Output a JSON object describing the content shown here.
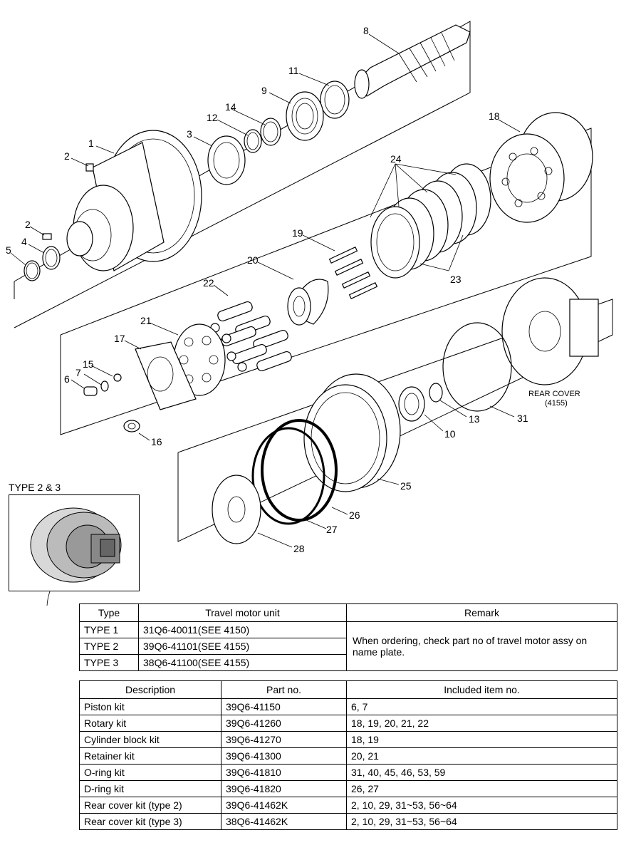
{
  "callouts": [
    "1",
    "2",
    "3",
    "4",
    "5",
    "6",
    "7",
    "8",
    "9",
    "10",
    "11",
    "12",
    "13",
    "14",
    "15",
    "16",
    "17",
    "18",
    "19",
    "20",
    "21",
    "22",
    "23",
    "24",
    "25",
    "26",
    "27",
    "28",
    "31"
  ],
  "callout_2_second": "2",
  "rear_cover": {
    "line1": "REAR COVER",
    "line2": "(4155)"
  },
  "type_label": "TYPE 2 & 3",
  "type_table": {
    "headers": [
      "Type",
      "Travel motor unit",
      "Remark"
    ],
    "rows": [
      [
        "TYPE 1",
        "31Q6-40011(SEE 4150)"
      ],
      [
        "TYPE 2",
        "39Q6-41101(SEE 4155)"
      ],
      [
        "TYPE 3",
        "38Q6-41100(SEE 4155)"
      ]
    ],
    "remark": "When ordering, check part no of travel motor assy on name plate."
  },
  "kit_table": {
    "headers": [
      "Description",
      "Part no.",
      "Included item no."
    ],
    "rows": [
      [
        "Piston kit",
        "39Q6-41150",
        "6, 7"
      ],
      [
        "Rotary kit",
        "39Q6-41260",
        "18, 19, 20, 21, 22"
      ],
      [
        "Cylinder block kit",
        "39Q6-41270",
        "18, 19"
      ],
      [
        "Retainer kit",
        "39Q6-41300",
        "20, 21"
      ],
      [
        "O-ring kit",
        "39Q6-41810",
        "31, 40, 45, 46, 53, 59"
      ],
      [
        "D-ring kit",
        "39Q6-41820",
        "26, 27"
      ],
      [
        "Rear cover kit (type 2)",
        "39Q6-41462K",
        "2, 10, 29, 31~53, 56~64"
      ],
      [
        "Rear cover kit (type 3)",
        "38Q6-41462K",
        "2, 10, 29, 31~53, 56~64"
      ]
    ]
  }
}
